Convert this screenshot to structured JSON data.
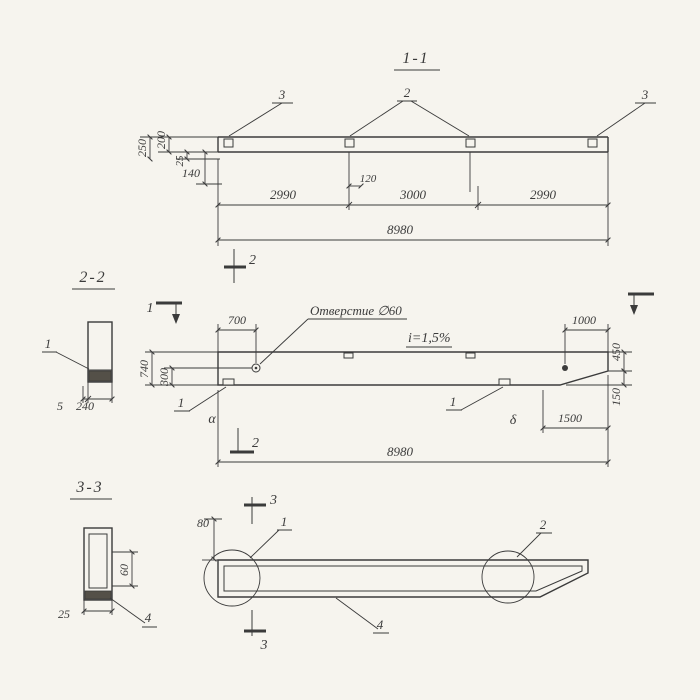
{
  "colors": {
    "paper": "#f6f4ee",
    "ink": "#3b3b3b"
  },
  "drawing": {
    "view11": {
      "title": "1-1",
      "callout_3_left": "3",
      "callout_2": "2",
      "callout_3_right": "3",
      "dim_250": "250",
      "dim_200": "200",
      "dim_25": "25",
      "dim_140": "140",
      "dim_120": "120",
      "seg_left": "2990",
      "seg_mid": "3000",
      "seg_right": "2990",
      "total": "8980"
    },
    "view22": {
      "title": "2-2",
      "callout_1": "1",
      "dim_5": "5",
      "dim_240": "240"
    },
    "elevation": {
      "cut_2_top": "2",
      "cut_1_left": "1",
      "cut_2_bottom": "2",
      "hole_note": "Отверстие ∅60",
      "slope_note": "i=1,5%",
      "dim_700": "700",
      "dim_1000": "1000",
      "dim_740": "740",
      "dim_300": "300",
      "dim_450": "450",
      "dim_150": "150",
      "dim_1500": "1500",
      "total": "8980",
      "callout_1_left": "1",
      "callout_1_right": "1",
      "mark_alpha": "α",
      "mark_delta": "δ"
    },
    "view33": {
      "title": "3-3",
      "dim_60": "60",
      "dim_25": "25",
      "callout_4": "4"
    },
    "profile": {
      "cut_3_top": "3",
      "cut_3_bottom": "3",
      "dim_80": "80",
      "callout_1": "1",
      "callout_2": "2",
      "callout_4": "4"
    }
  }
}
